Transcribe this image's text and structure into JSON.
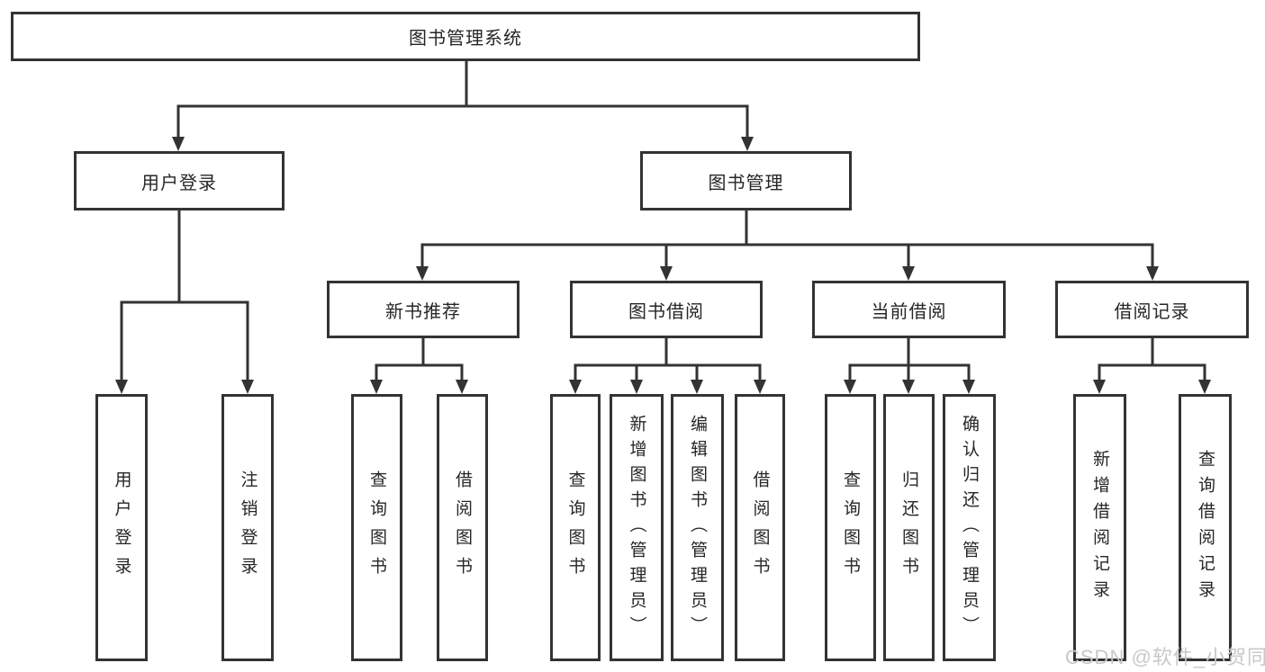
{
  "diagram": {
    "root": {
      "label": "图书管理系统"
    },
    "children": [
      {
        "label": "用户登录",
        "children": [
          {
            "label": "用户登录"
          },
          {
            "label": "注销登录"
          }
        ]
      },
      {
        "label": "图书管理",
        "children": [
          {
            "label": "新书推荐",
            "children": [
              {
                "label": "查询图书"
              },
              {
                "label": "借阅图书"
              }
            ]
          },
          {
            "label": "图书借阅",
            "children": [
              {
                "label": "查询图书"
              },
              {
                "label": "新增图书（管理员）"
              },
              {
                "label": "编辑图书（管理员）"
              },
              {
                "label": "借阅图书"
              }
            ]
          },
          {
            "label": "当前借阅",
            "children": [
              {
                "label": "查询图书"
              },
              {
                "label": "归还图书"
              },
              {
                "label": "确认归还（管理员）"
              }
            ]
          },
          {
            "label": "借阅记录",
            "children": [
              {
                "label": "新增借阅记录"
              },
              {
                "label": "查询借阅记录"
              }
            ]
          }
        ]
      }
    ]
  },
  "watermark": {
    "text": "CSDN @软件_小贺同学"
  },
  "colors": {
    "line": "#333333",
    "box_border": "#333333",
    "text": "#262626",
    "watermark": "#c8c8c8",
    "background": "#ffffff"
  }
}
